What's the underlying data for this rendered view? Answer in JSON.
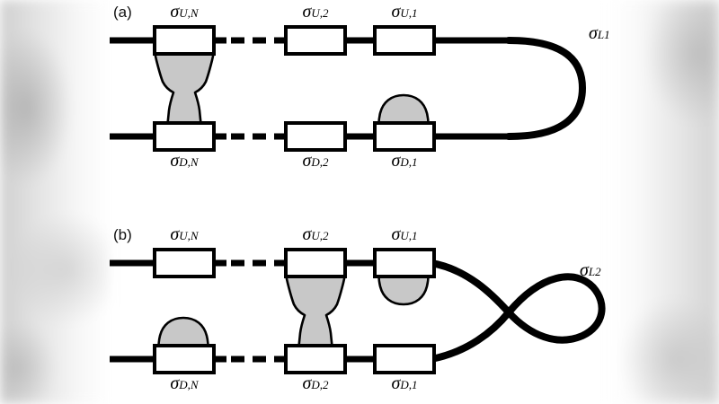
{
  "figure": {
    "caption_tags": [
      "(a)",
      "(b)"
    ],
    "colors": {
      "line": "#000000",
      "box_fill": "#ffffff",
      "blob_fill": "#c8c8c8",
      "background": "#ffffff",
      "edge_blur": "#d0d0d0"
    }
  },
  "panels": [
    {
      "id": "panel-a",
      "tag": "(a)",
      "loop": {
        "label_sigma": "σ",
        "label_sub": "L1",
        "type": "simple-u-turn"
      },
      "upper_row": {
        "label_prefix": "σ",
        "elements": [
          {
            "name": "sigma-U-N",
            "sub": "U,N",
            "bonded": true,
            "blob": "bond-top"
          },
          {
            "name": "sigma-U-2",
            "sub": "U,2",
            "bonded": false,
            "blob": "none"
          },
          {
            "name": "sigma-U-1",
            "sub": "U,1",
            "bonded": false,
            "blob": "none"
          }
        ]
      },
      "lower_row": {
        "label_prefix": "σ",
        "elements": [
          {
            "name": "sigma-D-N",
            "sub": "D,N",
            "bonded": true,
            "blob": "bond-bottom"
          },
          {
            "name": "sigma-D-2",
            "sub": "D,2",
            "bonded": false,
            "blob": "none"
          },
          {
            "name": "sigma-D-1",
            "sub": "D,1",
            "bonded": false,
            "blob": "above"
          }
        ]
      },
      "dash_segments": 3
    },
    {
      "id": "panel-b",
      "tag": "(b)",
      "loop": {
        "label_sigma": "σ",
        "label_sub": "L2",
        "type": "figure-eight-crossed"
      },
      "upper_row": {
        "label_prefix": "σ",
        "elements": [
          {
            "name": "sigma-U-N",
            "sub": "U,N",
            "bonded": false,
            "blob": "none"
          },
          {
            "name": "sigma-U-2",
            "sub": "U,2",
            "bonded": true,
            "blob": "bond-top"
          },
          {
            "name": "sigma-U-1",
            "sub": "U,1",
            "bonded": false,
            "blob": "below"
          }
        ]
      },
      "lower_row": {
        "label_prefix": "σ",
        "elements": [
          {
            "name": "sigma-D-N",
            "sub": "D,N",
            "bonded": false,
            "blob": "above"
          },
          {
            "name": "sigma-D-2",
            "sub": "D,2",
            "bonded": true,
            "blob": "bond-bottom"
          },
          {
            "name": "sigma-D-1",
            "sub": "D,1",
            "bonded": false,
            "blob": "none"
          }
        ]
      },
      "dash_segments": 3
    }
  ],
  "labels": {
    "a_tag": "(a)",
    "b_tag": "(b)",
    "sigma": "σ",
    "a_upper": [
      "U,N",
      "U,2",
      "U,1"
    ],
    "a_lower": [
      "D,N",
      "D,2",
      "D,1"
    ],
    "b_upper": [
      "U,N",
      "U,2",
      "U,1"
    ],
    "b_lower": [
      "D,N",
      "D,2",
      "D,1"
    ],
    "a_loop": "L1",
    "b_loop": "L2"
  }
}
